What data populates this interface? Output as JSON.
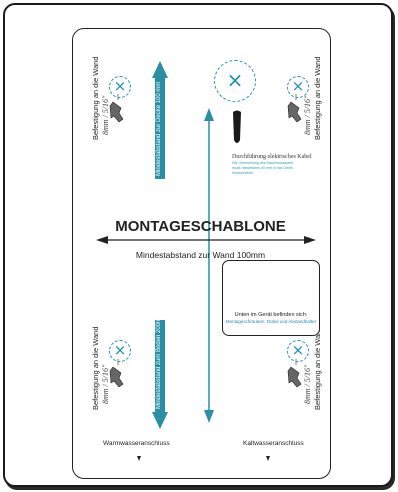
{
  "template": {
    "title": "MONTAGESCHABLONE",
    "min_distance_wall": "Mindestabstand zur Wand 100mm",
    "arrow_top": "Mindestabstand zur Decke 100 mm",
    "arrow_bottom": "Mindestabstand zum Boden 200mm",
    "mount_label": "Befestigung an die Wand",
    "drill_size": "8mm / 5/16\"",
    "cable_title": "Durchführung elektrisches Kabel",
    "cable_note": "Die Unterseitung des Anschlusskabels muss mindestens 40 mm in das Gerät hineinreichen",
    "box_title": "Unten im Gerät befinden sich:",
    "box_items": "Montageschrauben, Dübel und Abstandhalter",
    "warm_water": "Warmwasseranschluss",
    "cold_water": "Kaltwasseranschluss",
    "mark_symbol": "×"
  },
  "colors": {
    "accent": "#1b8fb0",
    "line": "#222222"
  }
}
